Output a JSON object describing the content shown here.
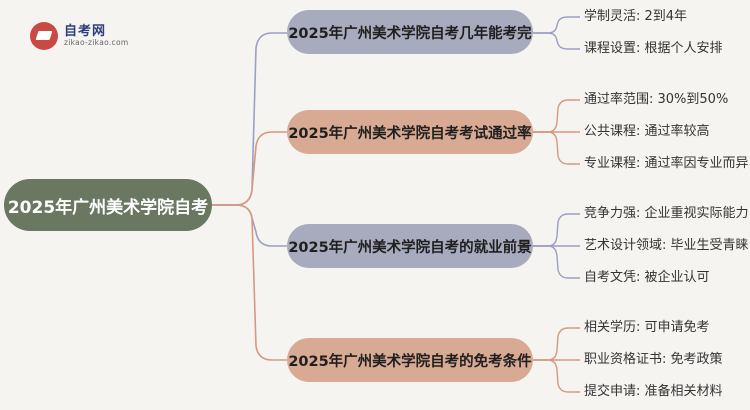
{
  "logo": {
    "title": "自考网",
    "subtitle": "zikao-zikao.com"
  },
  "root": {
    "label": "2025年广州美术学院自考"
  },
  "branches": [
    {
      "label": "2025年广州美术学院自考几年能考完",
      "leaves": [
        "学制灵活: 2到4年",
        "课程设置: 根据个人安排"
      ]
    },
    {
      "label": "2025年广州美术学院自考考试通过率",
      "leaves": [
        "通过率范围: 30%到50%",
        "公共课程: 通过率较高",
        "专业课程: 通过率因专业而异"
      ]
    },
    {
      "label": "2025年广州美术学院自考的就业前景",
      "leaves": [
        "竞争力强: 企业重视实际能力",
        "艺术设计领域: 毕业生受青睐",
        "自考文凭: 被企业认可"
      ]
    },
    {
      "label": "2025年广州美术学院自考的免考条件",
      "leaves": [
        "相关学历: 可申请免考",
        "职业资格证书: 免考政策",
        "提交申请: 准备相关材料"
      ]
    }
  ],
  "colors": {
    "background": "#f6f4f1",
    "root": "#6a7761",
    "branch_blue": "#a8aabd",
    "branch_tan": "#d8a993",
    "line_blue": "#9b9fc4",
    "line_tan": "#d49a80"
  }
}
